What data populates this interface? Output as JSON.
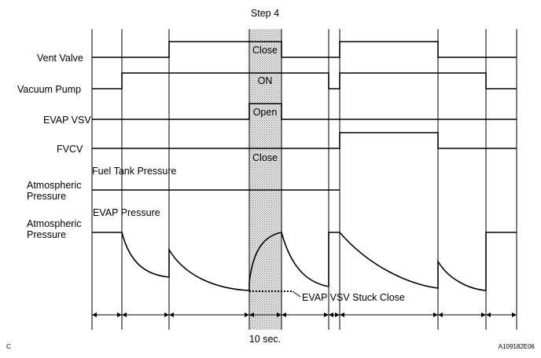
{
  "title": "Step 4",
  "signals": {
    "vent_valve": "Vent Valve",
    "vacuum_pump": "Vacuum Pump",
    "evap_vsv": "EVAP VSV",
    "fvcv": "FVCV",
    "fuel_tank_pressure": "Fuel Tank Pressure",
    "atmospheric_1_line1": "Atmospheric",
    "atmospheric_1_line2": "Pressure",
    "evap_pressure": "EVAP Pressure",
    "atmospheric_2_line1": "Atmospheric",
    "atmospheric_2_line2": "Pressure"
  },
  "step4_states": {
    "vent_valve": "Close",
    "vacuum_pump": "ON",
    "evap_vsv": "Open",
    "fvcv": "Close"
  },
  "annotation": "EVAP VSV Stuck Close",
  "duration": "10 sec.",
  "corner_left": "C",
  "figure_id": "A109182E06"
}
